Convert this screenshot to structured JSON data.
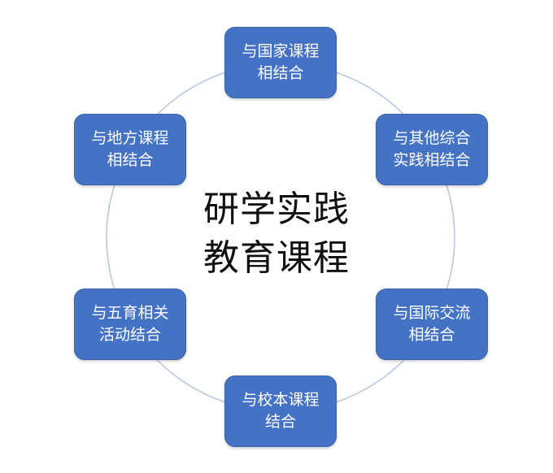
{
  "colors": {
    "node_fill": "#4472c4",
    "node_text": "#ffffff",
    "ring_stroke": "#b9c9e3",
    "center_text": "#111111"
  },
  "center": {
    "line1": "研学实践",
    "line2": "教育课程"
  },
  "nodes": [
    {
      "line1": "与国家课程",
      "line2": "相结合"
    },
    {
      "line1": "与其他综合",
      "line2": "实践相结合"
    },
    {
      "line1": "与国际交流",
      "line2": "相结合"
    },
    {
      "line1": "与校本课程",
      "line2": "结合"
    },
    {
      "line1": "与五育相关",
      "line2": "活动结合"
    },
    {
      "line1": "与地方课程",
      "line2": "相结合"
    }
  ]
}
